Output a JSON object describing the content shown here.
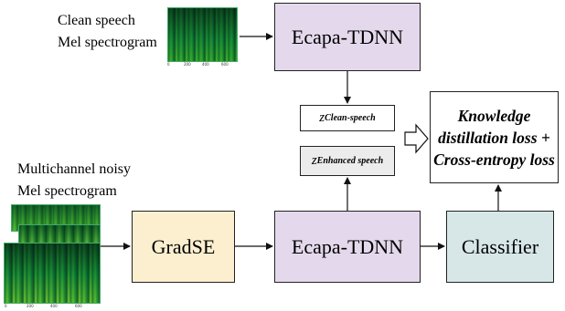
{
  "inputs": {
    "clean_line1": "Clean speech",
    "clean_line2": "Mel spectrogram",
    "noisy_line1": "Multichannel noisy",
    "noisy_line2": "Mel spectrogram"
  },
  "blocks": {
    "ecapa_top": "Ecapa-TDNN",
    "gradse": "GradSE",
    "ecapa_bottom": "Ecapa-TDNN",
    "classifier": "Classifier"
  },
  "embeddings": {
    "clean_symbol": "z",
    "clean_sub": "Clean-speech",
    "enhanced_symbol": "z",
    "enhanced_sub": "Enhanced speech"
  },
  "loss": {
    "line1": "Knowledge",
    "line2": "distillation loss +",
    "line3": "Cross-entropy loss"
  },
  "colors": {
    "ecapa": "#e4d9ec",
    "gradse": "#fcefcf",
    "classifier": "#d7e7e8",
    "spectrogram": "#3bb07a"
  },
  "spectrogram_ticks": [
    "0",
    "200",
    "400",
    "600"
  ]
}
